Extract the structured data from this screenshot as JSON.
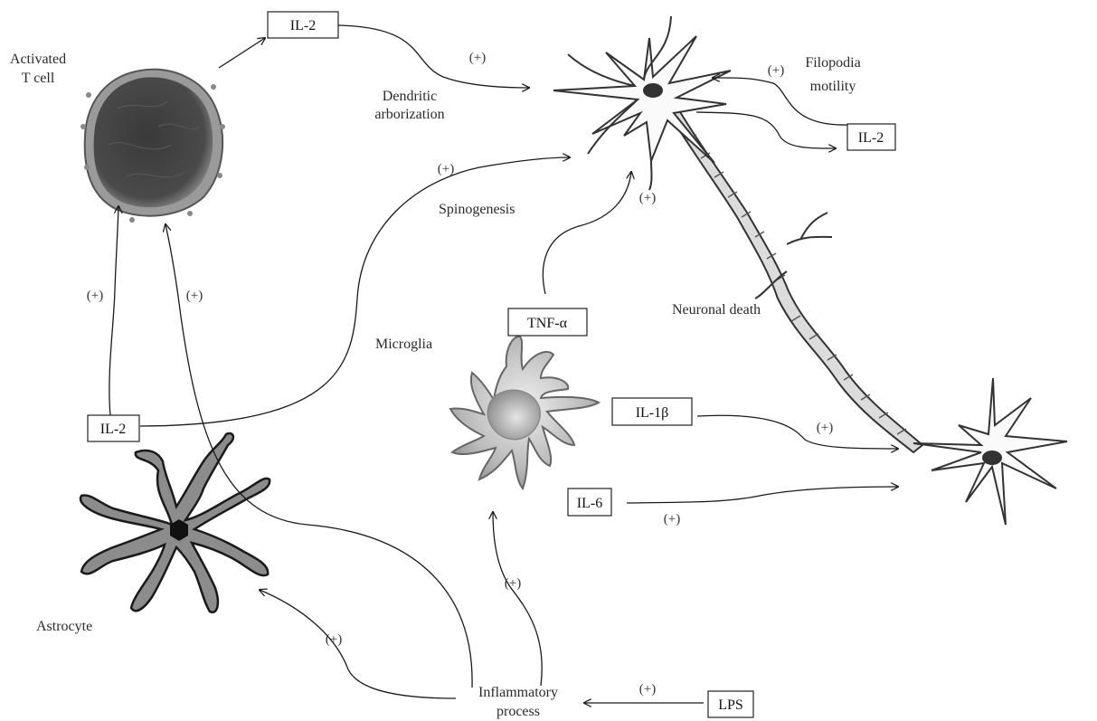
{
  "cells": {
    "t_cell": {
      "label_line1": "Activated",
      "label_line2": "T cell"
    },
    "microglia": {
      "label": "Microglia"
    },
    "astrocyte": {
      "label": "Astrocyte"
    }
  },
  "labels": {
    "dendritic_line1": "Dendritic",
    "dendritic_line2": "arborization",
    "filopodia_line1": "Filopodia",
    "filopodia_line2": "motility",
    "spinogenesis": "Spinogenesis",
    "neuronal_death": "Neuronal death",
    "inflammatory_line1": "Inflammatory",
    "inflammatory_line2": "process"
  },
  "boxes": {
    "il2_top": "IL-2",
    "il2_right": "IL-2",
    "il2_left": "IL-2",
    "tnf": "TNF-α",
    "il1b": "IL-1β",
    "il6": "IL-6",
    "lps": "LPS"
  },
  "effect_sign": "(+)"
}
